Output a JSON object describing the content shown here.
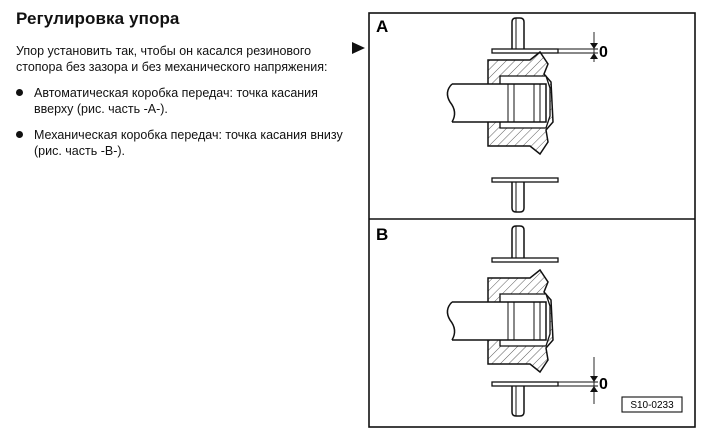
{
  "heading": "Регулировка упора",
  "intro": "Упор установить так, чтобы он касался резинового стопора без зазора и без механического напряжения:",
  "bullets": [
    {
      "text": "Автоматическая коробка передач: точка касания вверху (рис. часть -A-)."
    },
    {
      "text": "Механическая коробка передач: точка касания внизу (рис. часть -B-)."
    }
  ],
  "figure": {
    "panel_a_label": "A",
    "panel_b_label": "B",
    "gap_a_label": "0",
    "gap_b_label": "0",
    "reference_code": "S10-0233"
  }
}
